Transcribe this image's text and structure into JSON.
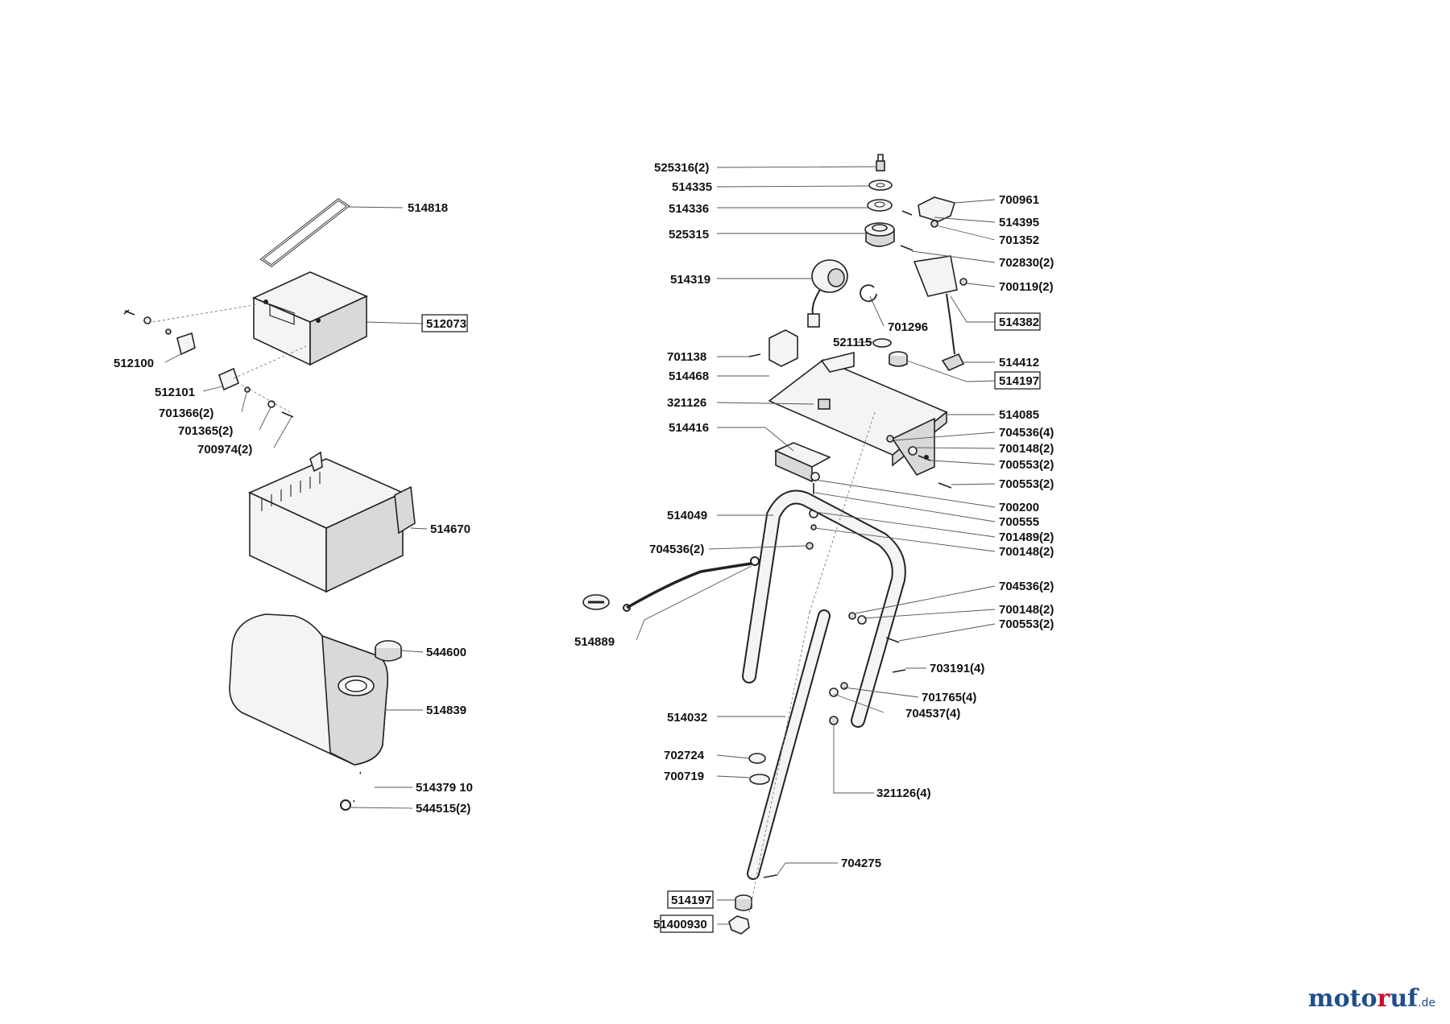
{
  "labels": [
    {
      "id": "l514818",
      "text": "514818",
      "boxed": false
    },
    {
      "id": "l512073",
      "text": "512073",
      "boxed": true
    },
    {
      "id": "l512100",
      "text": "512100",
      "boxed": false
    },
    {
      "id": "l512101",
      "text": "512101",
      "boxed": false
    },
    {
      "id": "l701366",
      "text": "701366(2)",
      "boxed": false
    },
    {
      "id": "l701365",
      "text": "701365(2)",
      "boxed": false
    },
    {
      "id": "l700974",
      "text": "700974(2)",
      "boxed": false
    },
    {
      "id": "l514670",
      "text": "514670",
      "boxed": false
    },
    {
      "id": "l544600",
      "text": "544600",
      "boxed": false
    },
    {
      "id": "l514839",
      "text": "514839",
      "boxed": false
    },
    {
      "id": "l514379",
      "text": "514379 10",
      "boxed": false
    },
    {
      "id": "l544515",
      "text": "544515(2)",
      "boxed": false
    },
    {
      "id": "l525316",
      "text": "525316(2)",
      "boxed": false
    },
    {
      "id": "l514335",
      "text": "514335",
      "boxed": false
    },
    {
      "id": "l514336",
      "text": "514336",
      "boxed": false
    },
    {
      "id": "l525315",
      "text": "525315",
      "boxed": false
    },
    {
      "id": "l514319",
      "text": "514319",
      "boxed": false
    },
    {
      "id": "l700961",
      "text": "700961",
      "boxed": false
    },
    {
      "id": "l514395",
      "text": "514395",
      "boxed": false
    },
    {
      "id": "l701352",
      "text": "701352",
      "boxed": false
    },
    {
      "id": "l702830",
      "text": "702830(2)",
      "boxed": false
    },
    {
      "id": "l700119",
      "text": "700119(2)",
      "boxed": false
    },
    {
      "id": "l514382",
      "text": "514382",
      "boxed": true
    },
    {
      "id": "l701296",
      "text": "701296",
      "boxed": false
    },
    {
      "id": "l521115",
      "text": "521115",
      "boxed": false
    },
    {
      "id": "l701138",
      "text": "701138",
      "boxed": false
    },
    {
      "id": "l514468",
      "text": "514468",
      "boxed": false
    },
    {
      "id": "l514412",
      "text": "514412",
      "boxed": false
    },
    {
      "id": "l514197a",
      "text": "514197",
      "boxed": true
    },
    {
      "id": "l321126",
      "text": "321126",
      "boxed": false
    },
    {
      "id": "l514085",
      "text": "514085",
      "boxed": false
    },
    {
      "id": "l514416",
      "text": "514416",
      "boxed": false
    },
    {
      "id": "l704536a",
      "text": "704536(4)",
      "boxed": false
    },
    {
      "id": "l700148a",
      "text": "700148(2)",
      "boxed": false
    },
    {
      "id": "l700553a",
      "text": "700553(2)",
      "boxed": false
    },
    {
      "id": "l700553b",
      "text": "700553(2)",
      "boxed": false
    },
    {
      "id": "l700200",
      "text": "700200",
      "boxed": false
    },
    {
      "id": "l514049",
      "text": "514049",
      "boxed": false
    },
    {
      "id": "l700555",
      "text": "700555",
      "boxed": false
    },
    {
      "id": "l701489",
      "text": "701489(2)",
      "boxed": false
    },
    {
      "id": "l700148b",
      "text": "700148(2)",
      "boxed": false
    },
    {
      "id": "l704536b",
      "text": "704536(2)",
      "boxed": false
    },
    {
      "id": "l704536c",
      "text": "704536(2)",
      "boxed": false
    },
    {
      "id": "l700148c",
      "text": "700148(2)",
      "boxed": false
    },
    {
      "id": "l700553c",
      "text": "700553(2)",
      "boxed": false
    },
    {
      "id": "l514889",
      "text": "514889",
      "boxed": false
    },
    {
      "id": "l703191",
      "text": "703191(4)",
      "boxed": false
    },
    {
      "id": "l701765",
      "text": "701765(4)",
      "boxed": false
    },
    {
      "id": "l704537",
      "text": "704537(4)",
      "boxed": false
    },
    {
      "id": "l514032",
      "text": "514032",
      "boxed": false
    },
    {
      "id": "l702724",
      "text": "702724",
      "boxed": false
    },
    {
      "id": "l700719",
      "text": "700719",
      "boxed": false
    },
    {
      "id": "l321126b",
      "text": "321126(4)",
      "boxed": false
    },
    {
      "id": "l704275",
      "text": "704275",
      "boxed": false
    },
    {
      "id": "l514197b",
      "text": "514197",
      "boxed": true
    },
    {
      "id": "l51400930",
      "text": "51400930",
      "boxed": true
    }
  ],
  "brand": {
    "part1": "moto",
    "part2": "r",
    "part3": "uf",
    "tld": ".de"
  }
}
